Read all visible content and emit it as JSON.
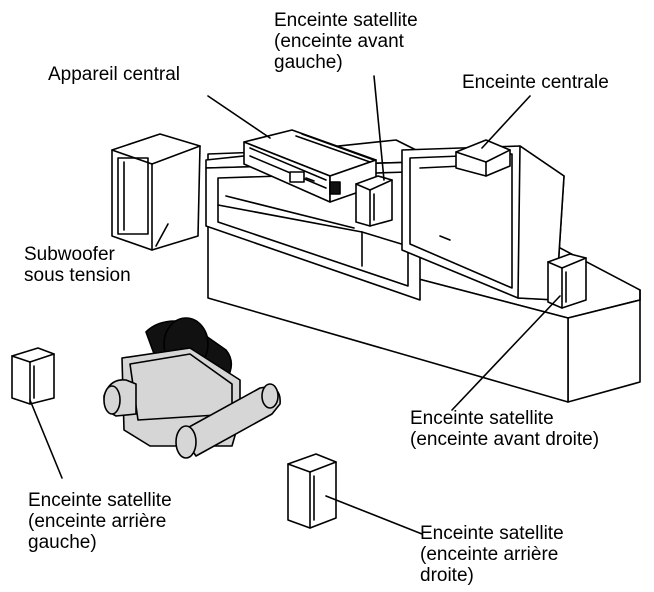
{
  "labels": {
    "appareil_central": [
      "Appareil central"
    ],
    "satellite_avant_gauche": [
      "Enceinte satellite",
      "(enceinte avant",
      "gauche)"
    ],
    "enceinte_centrale": [
      "Enceinte centrale"
    ],
    "subwoofer": [
      "Subwoofer",
      "sous tension"
    ],
    "satellite_avant_droite": [
      "Enceinte satellite",
      "(enceinte avant droite)"
    ],
    "satellite_arriere_gauche": [
      "Enceinte satellite",
      "(enceinte arrière",
      "gauche)"
    ],
    "satellite_arriere_droite": [
      "Enceinte satellite",
      "(enceinte arrière",
      "droite)"
    ]
  },
  "colors": {
    "line": "#000000",
    "sofa": "#d6d6d6",
    "person": "#111111",
    "background": "#ffffff"
  }
}
